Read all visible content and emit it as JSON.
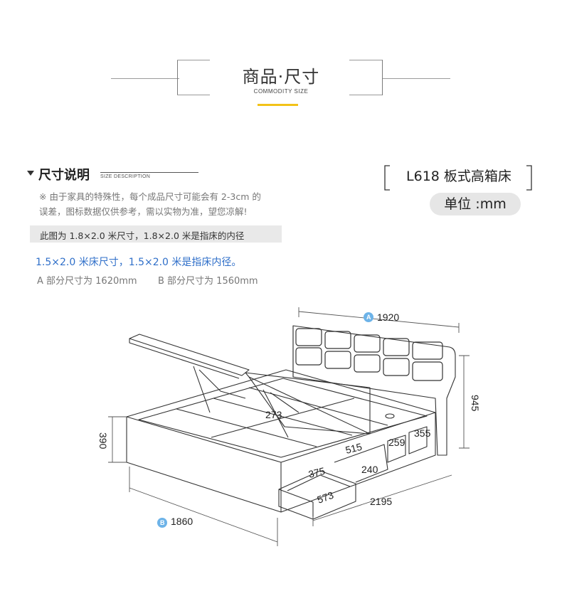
{
  "header": {
    "title": "商品·尺寸",
    "subtitle": "COMMODITY SIZE",
    "accent_color": "#f2c218"
  },
  "size_section": {
    "title": "尺寸说明",
    "subtitle": "SIZE DESCRIPTION",
    "note_line1": "※ 由于家具的特殊性，每个成品尺寸可能会有 2-3cm 的",
    "note_line2": "误差，图标数据仅供参考，需以实物为准，望您凉解!",
    "highlight": "此图为 1.8×2.0 米尺寸，1.8×2.0 米是指床的内径",
    "blue_note": "1.5×2.0 米床尺寸，1.5×2.0 米是指床内径。",
    "part_a": "A 部分尺寸为 1620mm",
    "part_b": "B 部分尺寸为 1560mm",
    "blue_color": "#2f6fc9"
  },
  "model": {
    "name": "L618 板式高箱床",
    "unit": "单位 :mm"
  },
  "drawing": {
    "badge_a": "A",
    "badge_b": "B",
    "badge_color": "#6db3e8",
    "dims": {
      "width_a": "1920",
      "width_b": "1860",
      "headboard_height": "945",
      "bed_height": "390",
      "length": "2195",
      "strut": "273",
      "drawer_side_a": "355",
      "drawer_side_b": "259",
      "drawer_w": "515",
      "drawer_h": "240",
      "drawer_inner": "375",
      "drawer_depth": "573"
    }
  }
}
